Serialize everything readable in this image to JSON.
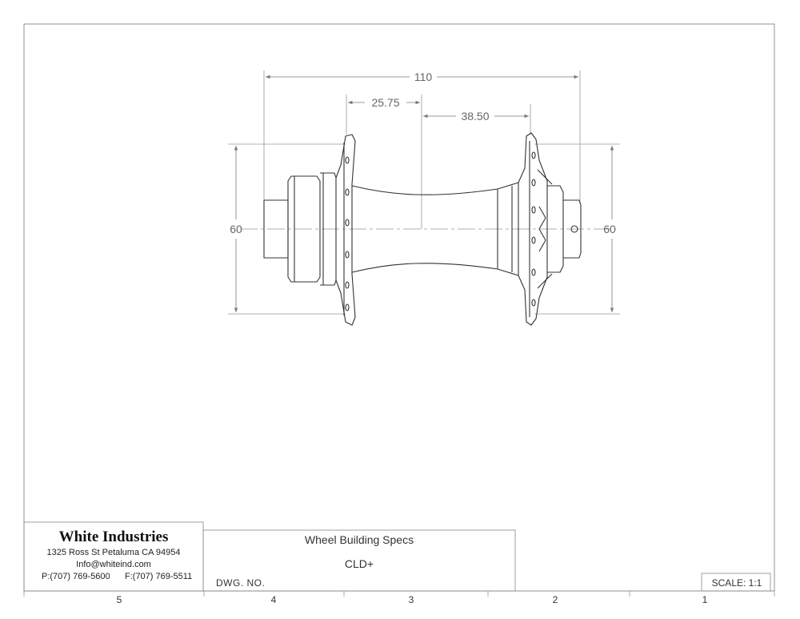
{
  "title_block": {
    "company": "White Industries",
    "address": "1325 Ross St Petaluma CA 94954",
    "email": "Info@whiteind.com",
    "phone": "P:(707) 769-5600",
    "fax": "F:(707) 769-5511",
    "drawing_title": "Wheel Building Specs",
    "model": "CLD+",
    "dwg_no_label": "DWG.  NO.",
    "scale": "SCALE: 1:1"
  },
  "zones": [
    "5",
    "4",
    "3",
    "2",
    "1"
  ],
  "dimensions": {
    "overall_width": "110",
    "left_flange_offset": "25.75",
    "right_flange_offset": "38.50",
    "left_flange_diameter": "60",
    "right_flange_diameter": "60"
  }
}
